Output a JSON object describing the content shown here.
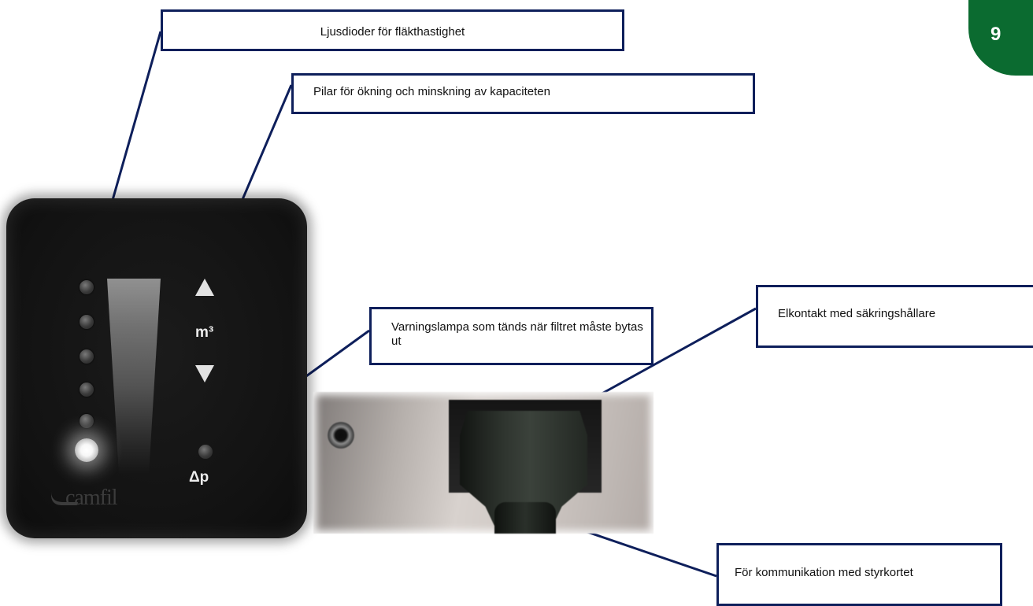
{
  "page_number": "9",
  "callouts": {
    "led": "Ljusdioder för fläkthastighet",
    "arrows": "Pilar för ökning och minskning av kapaciteten",
    "warning": "Varningslampa som tänds när filtret måste bytas ut",
    "power": "Elkontakt med säkringshållare",
    "communication": "För kommunikation med styrkortet"
  },
  "control_panel": {
    "volume_unit": "m³",
    "pressure_label": "Δp",
    "brand": "camfil",
    "led_count": 6,
    "active_led": 6
  },
  "colors": {
    "callout_border": "#0e1f5b",
    "leader_line": "#0e1f5b",
    "badge": "#0b6b30"
  }
}
